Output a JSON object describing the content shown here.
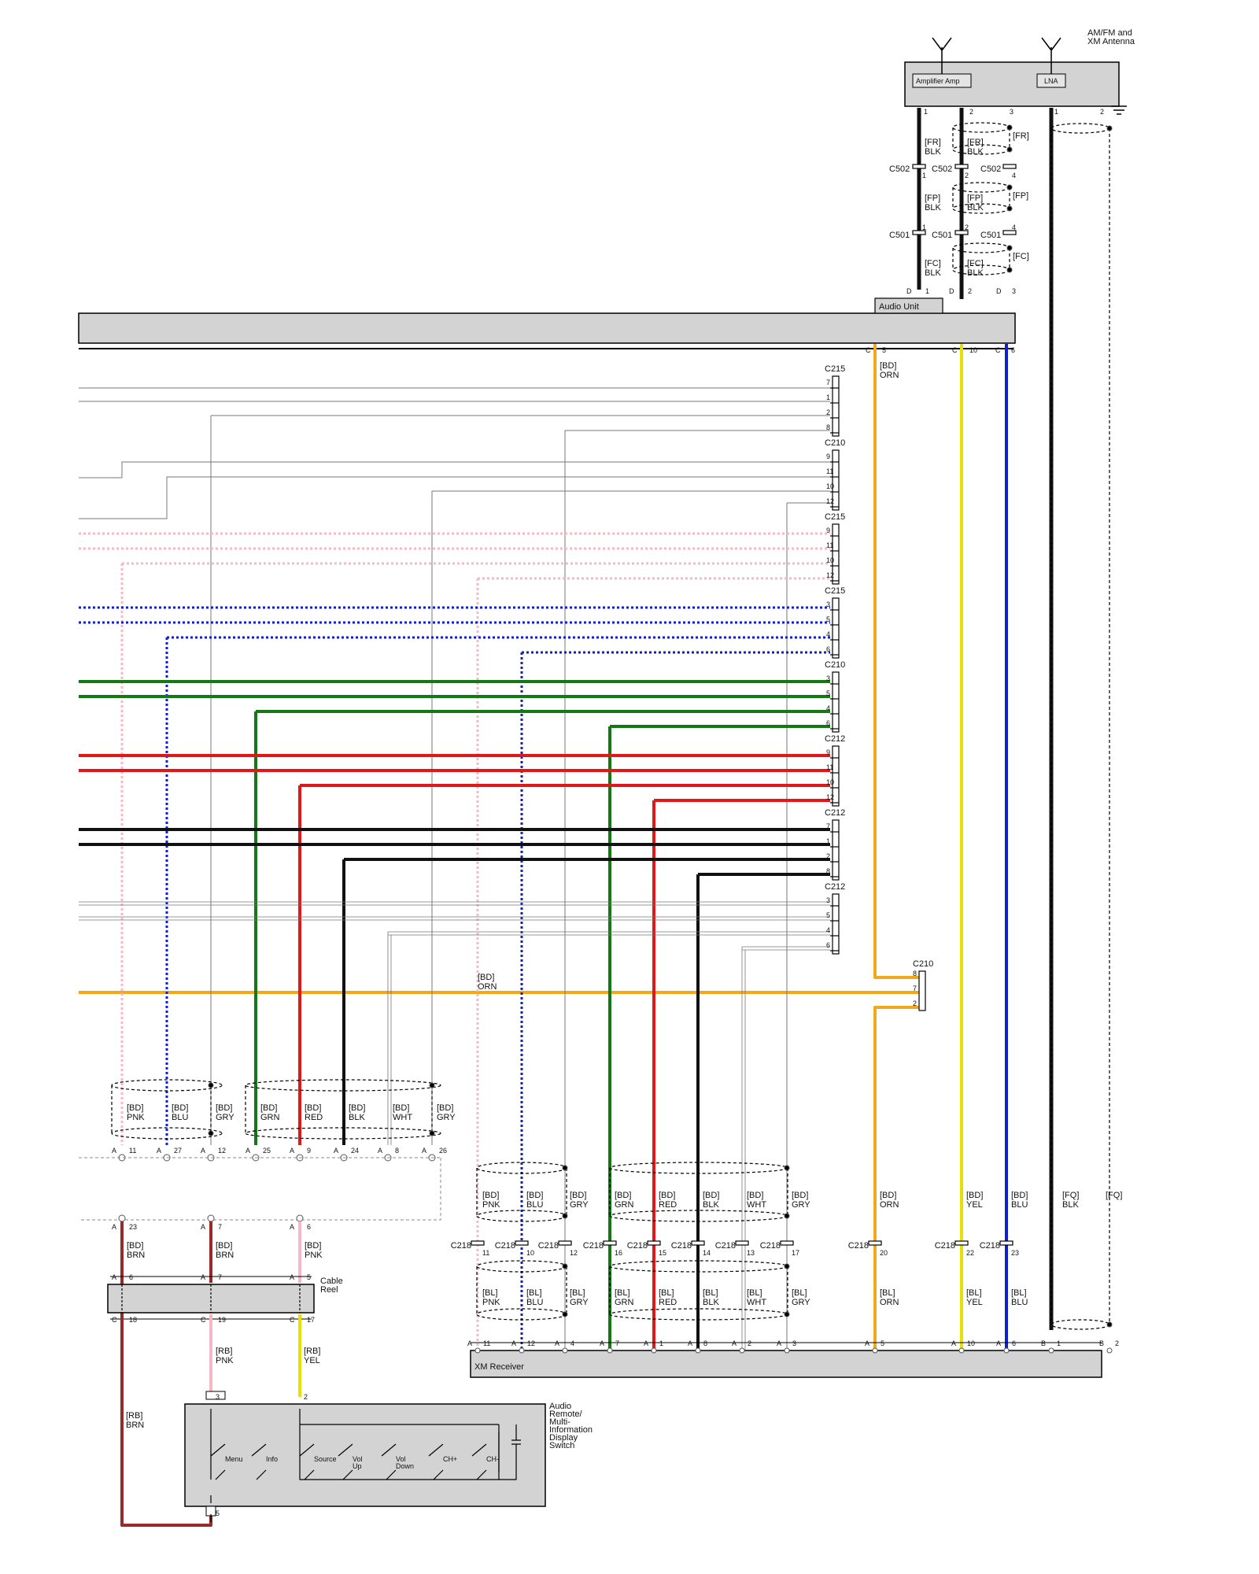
{
  "components": {
    "antenna": "AM/FM and XM Antenna",
    "amplifier": "Amplifier Amp",
    "lna": "LNA",
    "audio_unit": "Audio Unit",
    "xm_receiver": "XM Receiver",
    "cable_reel": "Cable Reel",
    "remote_switch": "Audio Remote/ Multi- Information Display Switch",
    "buttons": [
      "Menu",
      "Info",
      "Source",
      "Vol Up",
      "Vol Down",
      "CH+",
      "CH-"
    ]
  },
  "connector_groups": [
    {
      "name": "C215",
      "pins": [
        "7",
        "1",
        "2",
        "8"
      ]
    },
    {
      "name": "C210",
      "pins": [
        "9",
        "11",
        "10",
        "12"
      ]
    },
    {
      "name": "C215",
      "pins": [
        "9",
        "11",
        "10",
        "12"
      ]
    },
    {
      "name": "C215",
      "pins": [
        "3",
        "5",
        "4",
        "6"
      ]
    },
    {
      "name": "C210",
      "pins": [
        "3",
        "5",
        "4",
        "6"
      ]
    },
    {
      "name": "C212",
      "pins": [
        "9",
        "11",
        "10",
        "12"
      ]
    },
    {
      "name": "C212",
      "pins": [
        "7",
        "1",
        "2",
        "8"
      ]
    },
    {
      "name": "C212",
      "pins": [
        "3",
        "5",
        "4",
        "6"
      ]
    },
    {
      "name": "C210",
      "pins": [
        "8",
        "7",
        "2"
      ]
    }
  ],
  "antenna_labels": {
    "wires": [
      "[FR] BLK",
      "[FR] BLK",
      "[FP] BLK",
      "[FP] BLK",
      "[FC] BLK",
      "[FC] BLK"
    ],
    "shields": [
      "[FR]",
      "[FP]",
      "[FC]"
    ],
    "c502": "C502",
    "c501": "C501",
    "amp_pins": [
      "1",
      "2",
      "3"
    ],
    "lna_pins": [
      "1",
      "2"
    ],
    "inline_pins": [
      "1",
      "2",
      "4"
    ],
    "audio_d_pins": [
      "1",
      "2",
      "3"
    ],
    "fq": "[FQ] BLK",
    "fq_shield": "[FQ]"
  },
  "audio_c_pins": [
    {
      "conn": "C",
      "pin": "5"
    },
    {
      "conn": "C",
      "pin": "10"
    },
    {
      "conn": "C",
      "pin": "6"
    }
  ],
  "wire_labels": {
    "bd_orn": "[BD] ORN",
    "orn_mid": "[BD] ORN"
  },
  "a_pins": [
    {
      "conn": "A",
      "pin": "11",
      "label": "[BD] PNK"
    },
    {
      "conn": "A",
      "pin": "27",
      "label": "[BD] BLU"
    },
    {
      "conn": "A",
      "pin": "12",
      "label": "[BD] GRY"
    },
    {
      "conn": "A",
      "pin": "25",
      "label": "[BD] GRN"
    },
    {
      "conn": "A",
      "pin": "9",
      "label": "[BD] RED"
    },
    {
      "conn": "A",
      "pin": "24",
      "label": "[BD] BLK"
    },
    {
      "conn": "A",
      "pin": "8",
      "label": "[BD] WHT"
    },
    {
      "conn": "A",
      "pin": "26",
      "label": "[BD] GRY"
    }
  ],
  "a_pins_lower": [
    {
      "conn": "A",
      "pin": "23",
      "label": "[BD] BRN"
    },
    {
      "conn": "A",
      "pin": "7",
      "label": "[BD] BRN"
    },
    {
      "conn": "A",
      "pin": "6",
      "label": "[BD] PNK"
    }
  ],
  "cable_reel_pins": {
    "top": [
      {
        "conn": "A",
        "pin": "6"
      },
      {
        "conn": "A",
        "pin": "7"
      },
      {
        "conn": "A",
        "pin": "5"
      }
    ],
    "bottom": [
      {
        "conn": "C",
        "pin": "18"
      },
      {
        "conn": "C",
        "pin": "19"
      },
      {
        "conn": "C",
        "pin": "17"
      }
    ]
  },
  "rb_labels": {
    "brn": "[RB] BRN",
    "pnk": "[RB] PNK",
    "yel": "[RB] YEL"
  },
  "switch_pins": [
    "3",
    "2",
    "5"
  ],
  "c218": {
    "name": "C218",
    "pins": [
      "11",
      "10",
      "12",
      "16",
      "15",
      "14",
      "13",
      "17",
      "20",
      "22",
      "23"
    ]
  },
  "xm_bd_labels": [
    "[BD] PNK",
    "[BD] BLU",
    "[BD] GRY",
    "[BD] GRN",
    "[BD] RED",
    "[BD] BLK",
    "[BD] WHT",
    "[BD] GRY",
    "[BD] ORN",
    "[BD] YEL",
    "[BD] BLU"
  ],
  "xm_bl_labels": [
    "[BL] PNK",
    "[BL] BLU",
    "[BL] GRY",
    "[BL] GRN",
    "[BL] RED",
    "[BL] BLK",
    "[BL] WHT",
    "[BL] GRY",
    "[BL] ORN",
    "[BL] YEL",
    "[BL] BLU"
  ],
  "xm_pins": [
    {
      "conn": "A",
      "pin": "11"
    },
    {
      "conn": "A",
      "pin": "12"
    },
    {
      "conn": "A",
      "pin": "4"
    },
    {
      "conn": "A",
      "pin": "7"
    },
    {
      "conn": "A",
      "pin": "1"
    },
    {
      "conn": "A",
      "pin": "8"
    },
    {
      "conn": "A",
      "pin": "2"
    },
    {
      "conn": "A",
      "pin": "3"
    },
    {
      "conn": "A",
      "pin": "5"
    },
    {
      "conn": "A",
      "pin": "10"
    },
    {
      "conn": "A",
      "pin": "6"
    },
    {
      "conn": "B",
      "pin": "1"
    },
    {
      "conn": "B",
      "pin": "2"
    }
  ],
  "colors": {
    "pink": "#f5b8c4",
    "blue": "#1020c8",
    "green": "#137a13",
    "red": "#e01818",
    "black": "#111111",
    "orange": "#f2a818",
    "yellow": "#e8e000",
    "brown": "#9a2a2a",
    "gray": "#777777",
    "box": "#d3d3d3"
  }
}
